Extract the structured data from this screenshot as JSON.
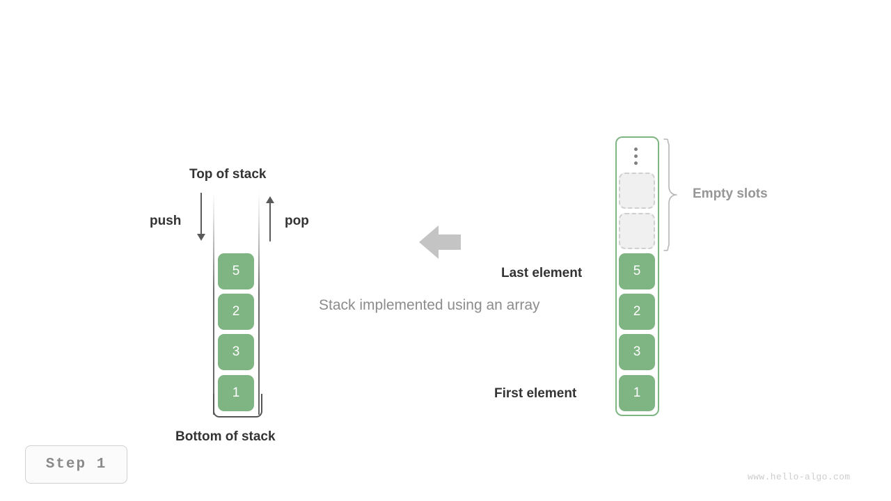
{
  "diagram": {
    "caption": "Stack implemented using an array",
    "step_badge": "Step  1",
    "watermark": "www.hello-algo.com",
    "accent_green": "#7fb582",
    "dark_text": "#333333",
    "gray_text": "#969696",
    "empty_slot_fill": "#f0f0f0",
    "empty_slot_border": "#cfcfcf",
    "arrow_gray": "#5a5a5a",
    "transform_arrow_color": "#c4c4c4"
  },
  "stack": {
    "top_label": "Top of stack",
    "bottom_label": "Bottom of stack",
    "push_label": "push",
    "pop_label": "pop",
    "values": [
      "5",
      "2",
      "3",
      "1"
    ],
    "top_to_bottom": true
  },
  "array": {
    "empty_slots_label": "Empty slots",
    "last_element_label": "Last element",
    "first_element_label": "First element",
    "ellipsis_icon": "vertical-ellipsis",
    "empty_slot_count": 2,
    "values": [
      "5",
      "2",
      "3",
      "1"
    ]
  }
}
